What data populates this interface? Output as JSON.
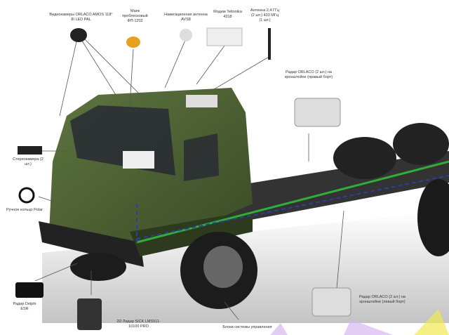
{
  "labels": {
    "camera": "Видеокамеры ORLACO AMOS 118° 8I LED PAL",
    "beacon": "Маяк проблесковый ФП-1202",
    "nav_antenna": "Навигационная антенна AVS8",
    "modem": "Модем Teltonika 4318",
    "antenna": "Антенна 2,4 ГГц (2 шт.) 433 МГц (1 шт.)",
    "radar_right": "Радар ORLACO (2 шт.) на кронштейне (правый борт)",
    "stereo_camera": "Стереокамера (2 шт.)",
    "hand_ring": "Ручное кольцо Polar",
    "radar_delphi": "Радар Delphi ESR",
    "lidar": "2D Лидар SICK LMS511-10100 PRO",
    "control_units": "Блоки системы управления",
    "radar_left": "Радар ORLACO (2 шт.) на кронштейне (левый борт)"
  },
  "colors": {
    "cab": "#4a5e32",
    "chassis": "#2a2a2a",
    "route_green": "#2fae3a",
    "route_blue": "#2a3fa0"
  }
}
